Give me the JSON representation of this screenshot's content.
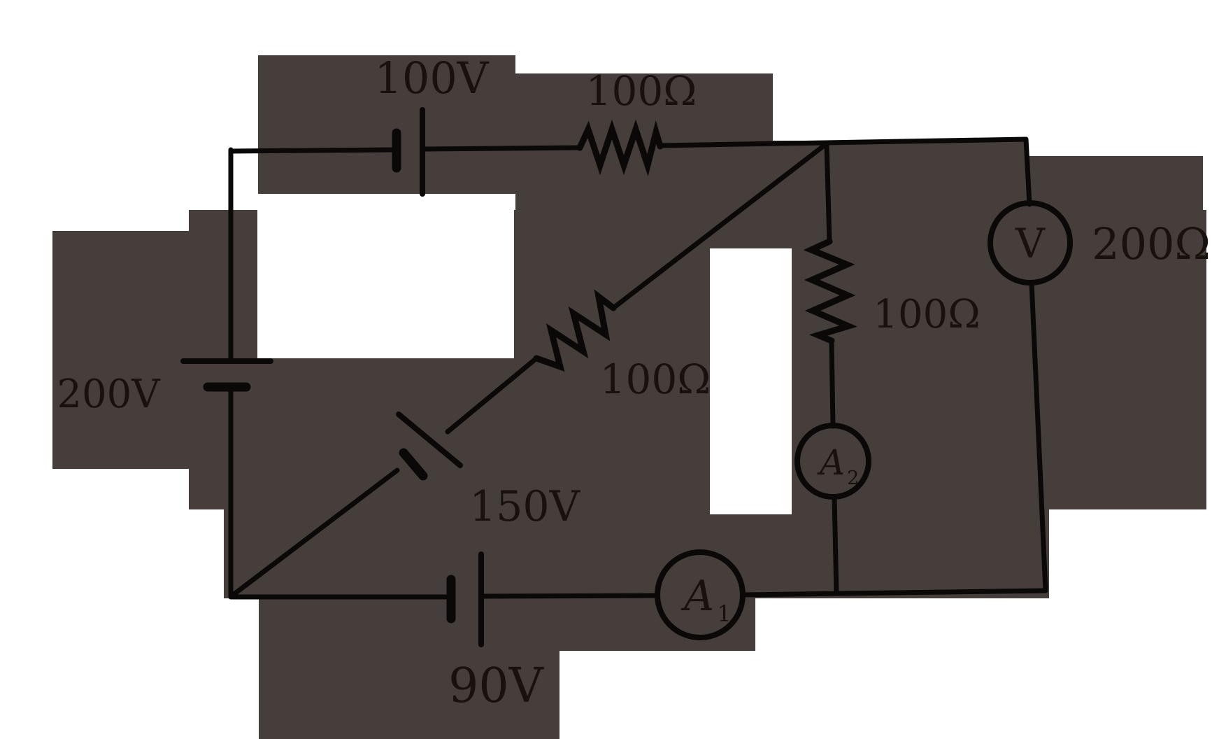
{
  "figure": {
    "type": "circuit-diagram",
    "background_color": "#ffffff",
    "patch_color": "#463e3b",
    "line_color": "#0b0908",
    "text_color": "#18110d"
  },
  "components": {
    "battery_top": {
      "label": "100V"
    },
    "resistor_top": {
      "label": "100Ω"
    },
    "battery_left": {
      "label": "200V"
    },
    "battery_diagonal": {
      "label": "150V"
    },
    "resistor_diagonal": {
      "label": "100Ω"
    },
    "battery_bottom": {
      "label": "90V"
    },
    "resistor_middle": {
      "label": "100Ω"
    },
    "voltmeter": {
      "label": "V",
      "resistance_label": "200Ω"
    },
    "ammeter_1": {
      "label": "A",
      "subscript": "1"
    },
    "ammeter_2": {
      "label": "A",
      "subscript": "2"
    }
  }
}
